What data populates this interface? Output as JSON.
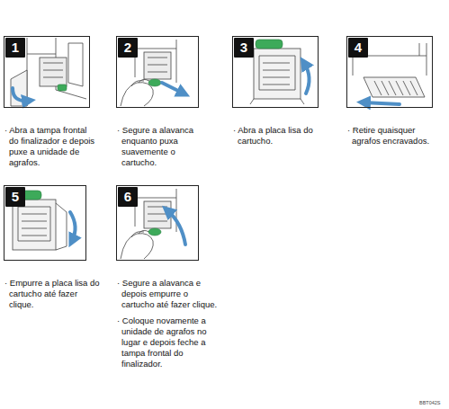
{
  "diagram": {
    "nodes": [
      {
        "text": [
          "· Abra a tampa frontal do finalizador e depois puxe a unidade de agrafos."
        ]
      },
      {
        "text": [
          "1"
        ],
        "in": 0
      },
      {
        "text": [
          "· Segure a alavanca enquanto puxa suavemente o cartucho."
        ]
      },
      {
        "text": [
          "2"
        ],
        "in": 2
      },
      {
        "text": [
          "· Abra a placa lisa do cartucho."
        ]
      },
      {
        "text": [
          "3"
        ],
        "in": 4
      },
      {
        "text": [
          "· Retire quaisquer agrafos encravados."
        ]
      },
      {
        "text": [
          "4"
        ],
        "in": 6
      },
      {
        "text": [
          "· Empurre a placa lisa do cartucho até fazer clique."
        ]
      },
      {
        "text": [
          "5"
        ],
        "in": 8
      },
      {
        "text": [
          "· Segure a alavanca e depois empurre o cartucho até fazer clique.",
          "· Coloque novamente a unidade de agrafos no lugar e depois feche a tampa frontal do finalizador."
        ]
      },
      {
        "text": [
          "6"
        ],
        "in": 10
      }
    ],
    "labels": [
      "BBT042S"
    ]
  }
}
